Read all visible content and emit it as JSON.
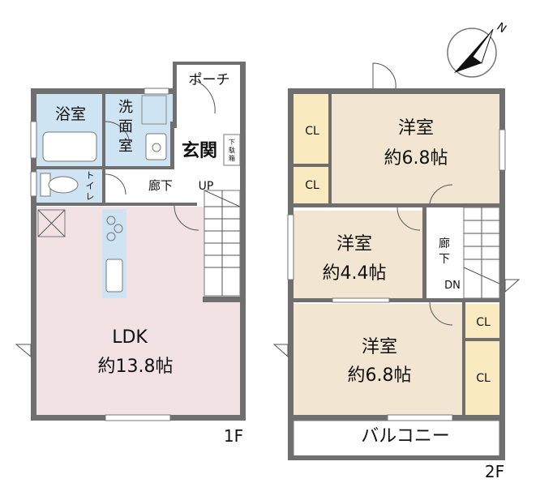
{
  "floor1": {
    "level_label": "1F",
    "rooms": {
      "bath": "浴室",
      "washroom": [
        "洗",
        "面",
        "室"
      ],
      "entrance": "玄関",
      "shoe_box": [
        "下",
        "駄",
        "箱"
      ],
      "toilet": [
        "ト",
        "イ",
        "レ"
      ],
      "hall": "廊下",
      "up": "UP",
      "porch": "ポーチ",
      "ldk_name": "LDK",
      "ldk_size": "約13.8帖"
    }
  },
  "floor2": {
    "level_label": "2F",
    "rooms": {
      "west1_name": "洋室",
      "west1_size": "約6.8帖",
      "west2_name": "洋室",
      "west2_size": "約4.4帖",
      "west3_name": "洋室",
      "west3_size": "約6.8帖",
      "cl1": "CL",
      "cl2": "CL",
      "cl3": "CL",
      "cl4": "CL",
      "hall": [
        "廊",
        "下"
      ],
      "dn": "DN",
      "balcony": "バルコニー"
    }
  },
  "compass": {
    "north_label": "N"
  },
  "colors": {
    "ldk": "#f2e2e3",
    "wet": "#cfe4f3",
    "room": "#f2e6d3",
    "closet": "#faeac0",
    "wall": "#6f6f6f"
  }
}
